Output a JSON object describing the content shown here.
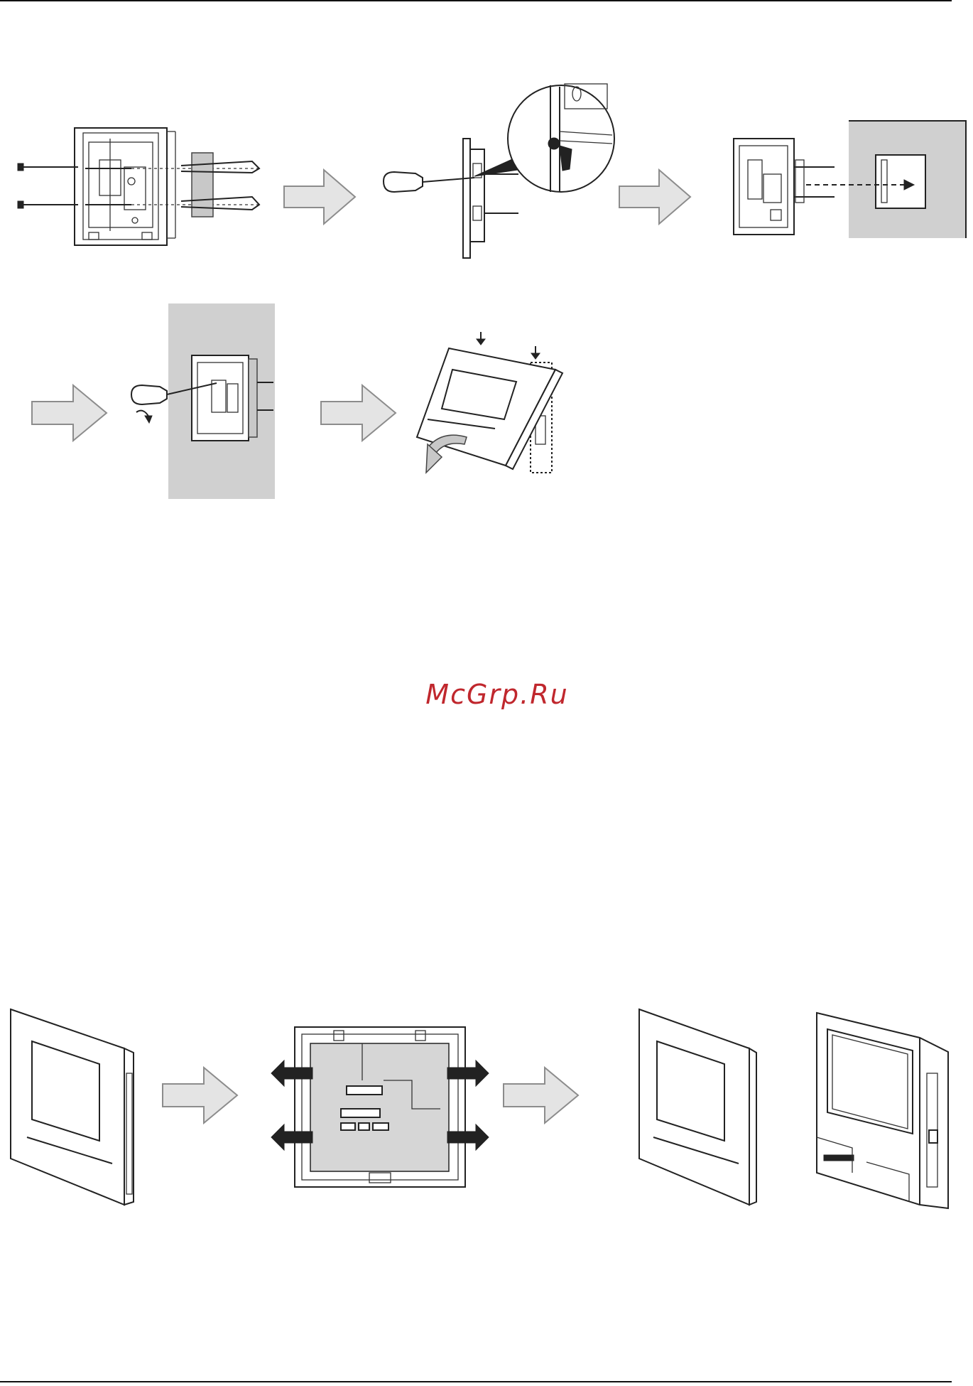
{
  "watermark": {
    "text": "McGrp.Ru",
    "color": "#c0272d"
  },
  "colors": {
    "arrow_fill": "#e4e4e4",
    "arrow_stroke": "#8c8c8c",
    "wall": "#d0d0d0",
    "rule": "#111111"
  },
  "figures": [
    {
      "name": "installation-steps",
      "steps": 5
    },
    {
      "name": "removal-steps",
      "steps": 3
    }
  ]
}
